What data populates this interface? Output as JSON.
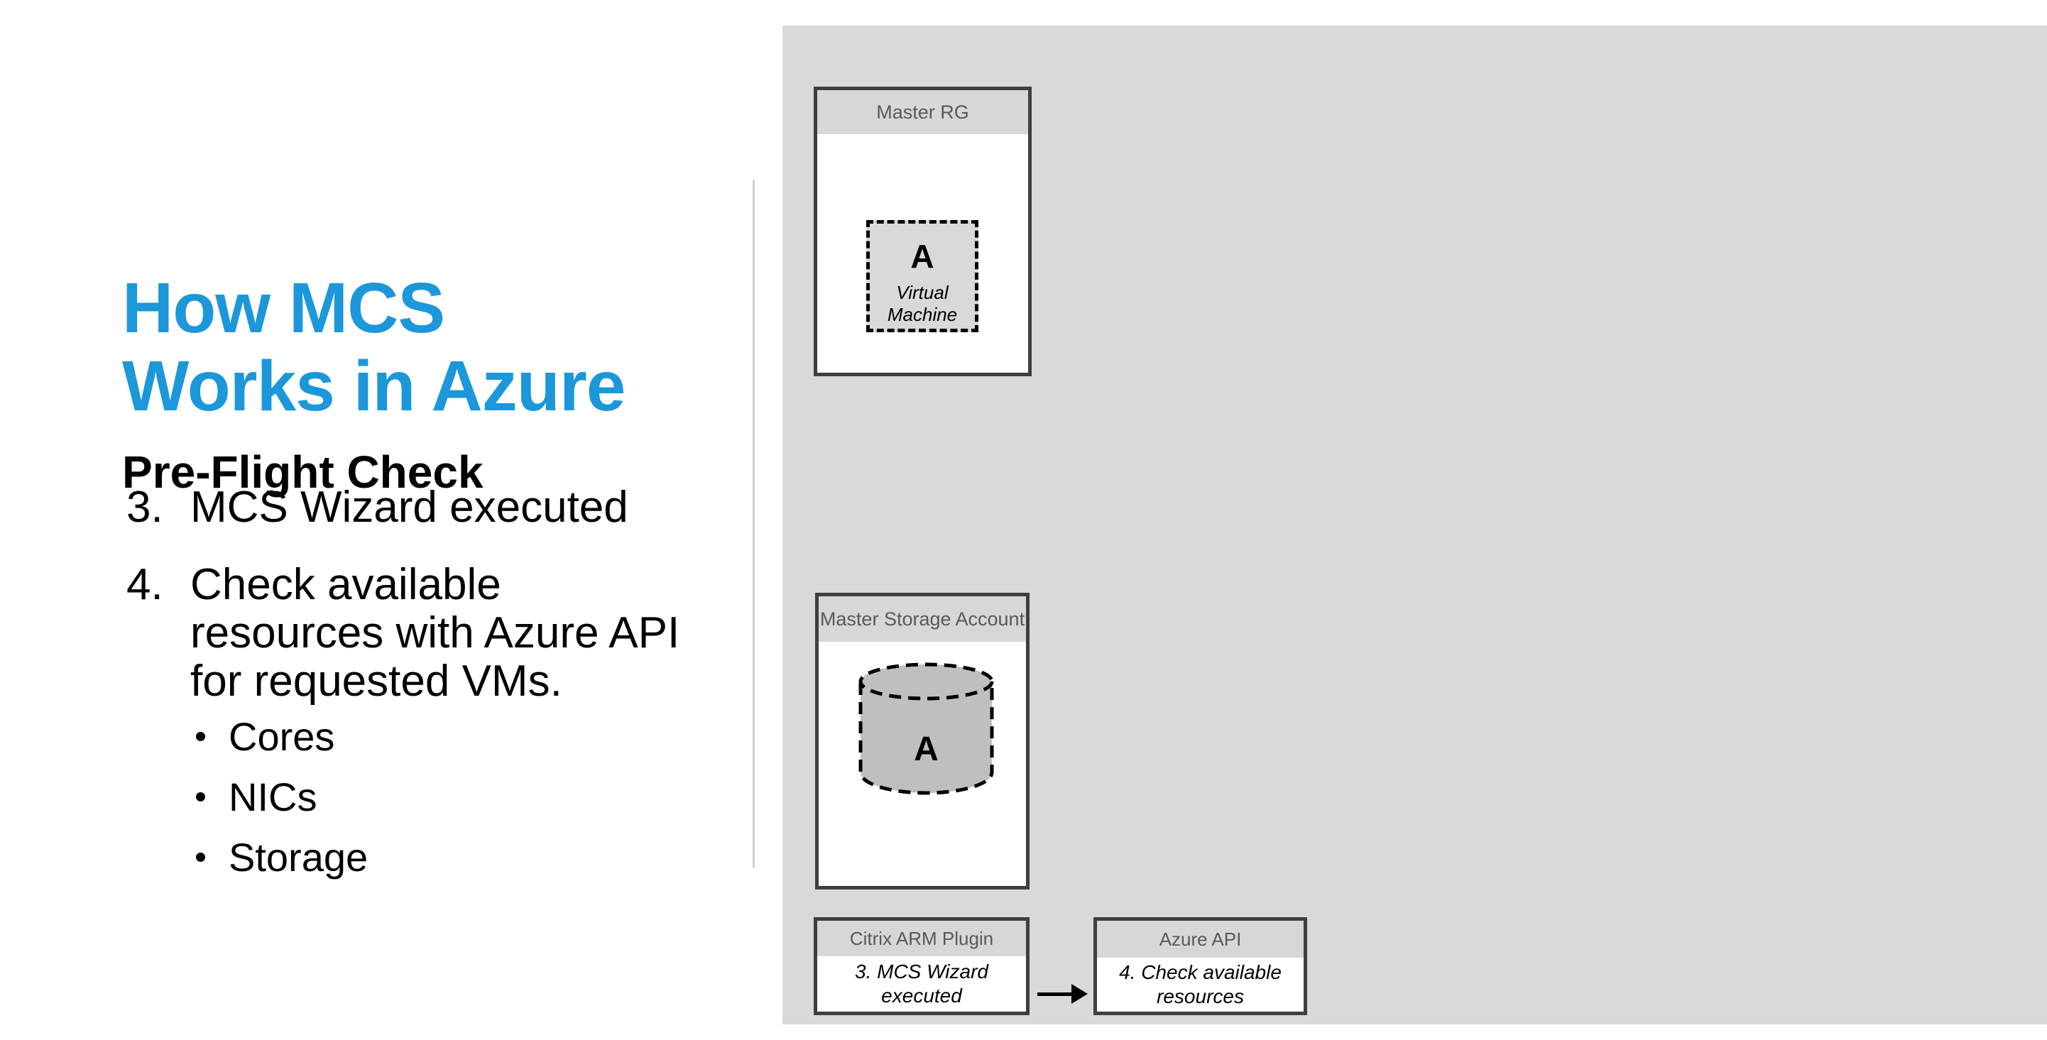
{
  "slide": {
    "title": {
      "lines": [
        "How MCS",
        "Works in Azure"
      ]
    },
    "subtitle": "Pre-Flight Check",
    "steps": [
      {
        "number": "3.",
        "lines": [
          "MCS Wizard executed"
        ]
      },
      {
        "number": "4.",
        "lines": [
          "Check available",
          "resources with Azure API",
          "for requested VMs."
        ]
      }
    ],
    "bullets": [
      "Cores",
      "NICs",
      "Storage"
    ]
  },
  "diagram": {
    "master_rg": {
      "label": "Master RG",
      "vm": {
        "letter": "A",
        "caption_lines": [
          "Virtual",
          "Machine"
        ]
      }
    },
    "master_storage_account": {
      "label": "Master Storage Account",
      "disk": {
        "letter": "A"
      }
    },
    "citrix_arm_plugin": {
      "label": "Citrix ARM Plugin",
      "body_lines": [
        "3. MCS Wizard",
        "executed"
      ]
    },
    "azure_api": {
      "label": "Azure API",
      "body_lines": [
        "4. Check available",
        "resources"
      ]
    }
  },
  "colors": {
    "accent_blue": "#1c97da",
    "panel_gray": "#d9d9d9",
    "header_band_gray": "#d7d7d7",
    "box_border": "#3f3f3f",
    "band_text_gray": "#595959",
    "disk_fill_gray": "#bfbfbf",
    "divider_gray": "#d0d0d0",
    "arrow_black": "#000000",
    "text_black": "#000000"
  }
}
